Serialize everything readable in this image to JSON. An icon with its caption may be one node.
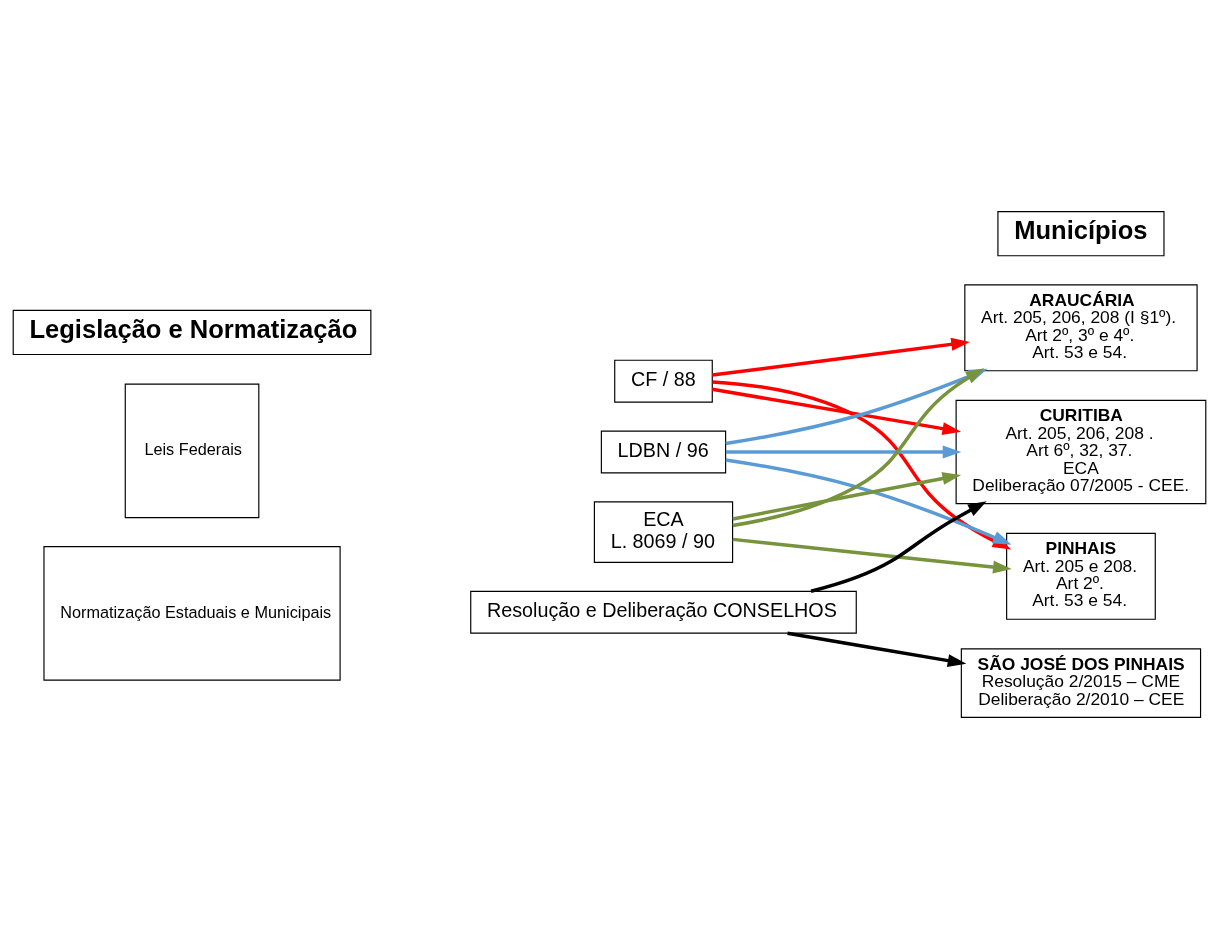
{
  "diagram": {
    "nodes": [
      {
        "text": [
          "Legislação e Normatização"
        ]
      },
      {
        "text": [
          "Municípios"
        ]
      },
      {
        "text": [
          "Leis Federais"
        ]
      },
      {
        "text": [
          "CF / 88"
        ]
      },
      {
        "text": [
          "LDBN / 96"
        ]
      },
      {
        "text": [
          "ECA",
          "L. 8069 / 90"
        ]
      },
      {
        "text": [
          "Normatização Estaduais e Municipais"
        ]
      },
      {
        "text": [
          "Resolução e Deliberação CONSELHOS"
        ]
      },
      {
        "text": [
          "ARAUCÁRIA",
          "Art. 205, 206, 208 (I §1º).",
          "Art 2º, 3º e 4º.",
          "Art. 53 e 54."
        ]
      },
      {
        "text": [
          "CURITIBA",
          "Art. 205, 206, 208 .",
          "Art 6º, 32, 37.",
          "ECA",
          "Deliberação 07/2005 - CEE."
        ]
      },
      {
        "text": [
          "PINHAIS",
          "Art. 205 e 208.",
          "Art 2º.",
          "Art. 53 e 54."
        ]
      },
      {
        "text": [
          "SÃO JOSÉ DOS PINHAIS",
          "Resolução 2/2015 – CME",
          "Deliberação 2/2010 – CEE"
        ]
      }
    ],
    "edges": [
      {
        "from": 3,
        "to": 8,
        "arrow": "to",
        "color": "#ff0000"
      },
      {
        "from": 3,
        "to": 9,
        "arrow": "to",
        "color": "#ff0000"
      },
      {
        "from": 3,
        "to": 10,
        "arrow": "to",
        "color": "#ff0000"
      },
      {
        "from": 4,
        "to": 8,
        "arrow": "to",
        "color": "#5b9bd5"
      },
      {
        "from": 4,
        "to": 9,
        "arrow": "to",
        "color": "#5b9bd5"
      },
      {
        "from": 4,
        "to": 10,
        "arrow": "to",
        "color": "#5b9bd5"
      },
      {
        "from": 5,
        "to": 8,
        "arrow": "to",
        "color": "#77933c"
      },
      {
        "from": 5,
        "to": 9,
        "arrow": "to",
        "color": "#77933c"
      },
      {
        "from": 5,
        "to": 10,
        "arrow": "to",
        "color": "#77933c"
      },
      {
        "from": 7,
        "to": 9,
        "arrow": "to",
        "color": "#000000"
      },
      {
        "from": 7,
        "to": 11,
        "arrow": "to",
        "color": "#000000"
      }
    ]
  }
}
